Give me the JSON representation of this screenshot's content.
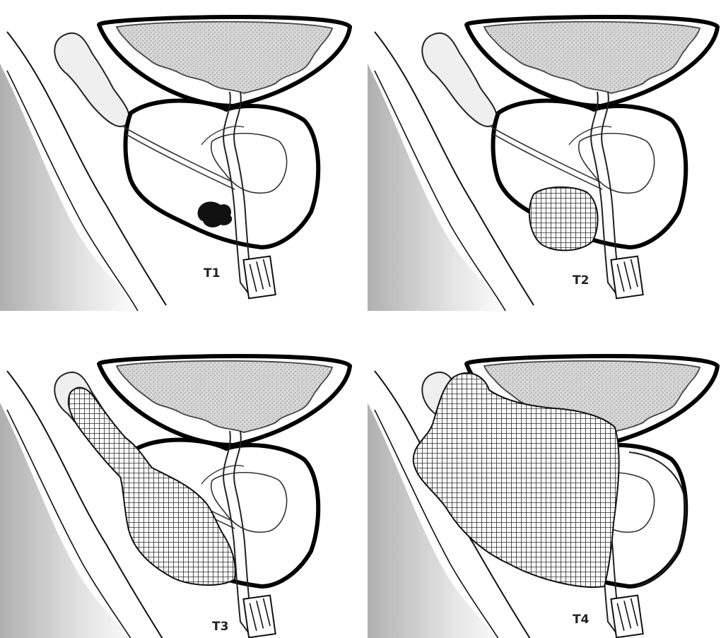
{
  "panels": [
    {
      "id": "T1",
      "label": "T1"
    },
    {
      "id": "T2",
      "label": "T2"
    },
    {
      "id": "T3",
      "label": "T3"
    },
    {
      "id": "T4",
      "label": "T4"
    }
  ],
  "colors": {
    "ink": "#111111",
    "background": "#ffffff",
    "bladder_lumen": "#cfcfcf",
    "rectum_shade": "#bdbdbd",
    "tumor_solid": "#111111",
    "tumor_hatch": "#333333"
  },
  "legend": []
}
